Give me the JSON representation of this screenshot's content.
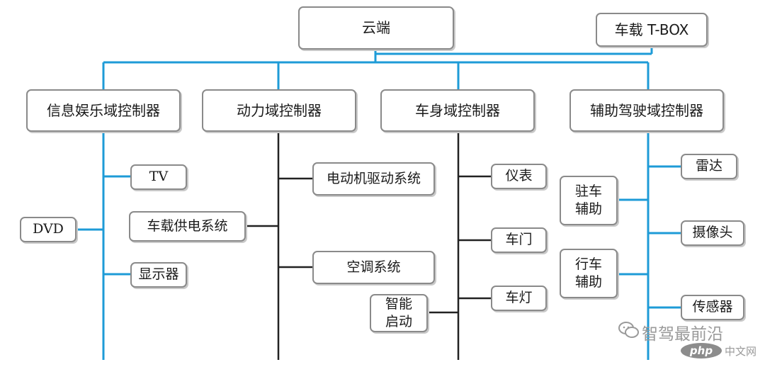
{
  "diagram": {
    "cloud": "云端",
    "tbox": "车载 T-BOX",
    "domains": {
      "infotainment": "信息娱乐域控制器",
      "powertrain": "动力域控制器",
      "body": "车身域控制器",
      "adas": "辅助驾驶域控制器"
    },
    "infotainment_items": {
      "tv": "TV",
      "dvd": "DVD",
      "display": "显示器"
    },
    "powertrain_items": {
      "motor_drive": "电动机驱动系统",
      "power_supply": "车载供电系统",
      "ac": "空调系统"
    },
    "body_items": {
      "instrument": "仪表",
      "door": "车门",
      "lamp": "车灯",
      "smart_start": "智能\n启动"
    },
    "adas_items": {
      "radar": "雷达",
      "camera": "摄像头",
      "sensor": "传感器",
      "parking_assist": "驻车\n辅助",
      "driving_assist": "行车\n辅助"
    }
  },
  "watermarks": {
    "wechat": "智驾最前沿",
    "php": "php",
    "php_cn": "中文网"
  },
  "colors": {
    "blue_line": "#1e9bd7",
    "black_line": "#222222",
    "box_border": "#8a8a8a"
  }
}
